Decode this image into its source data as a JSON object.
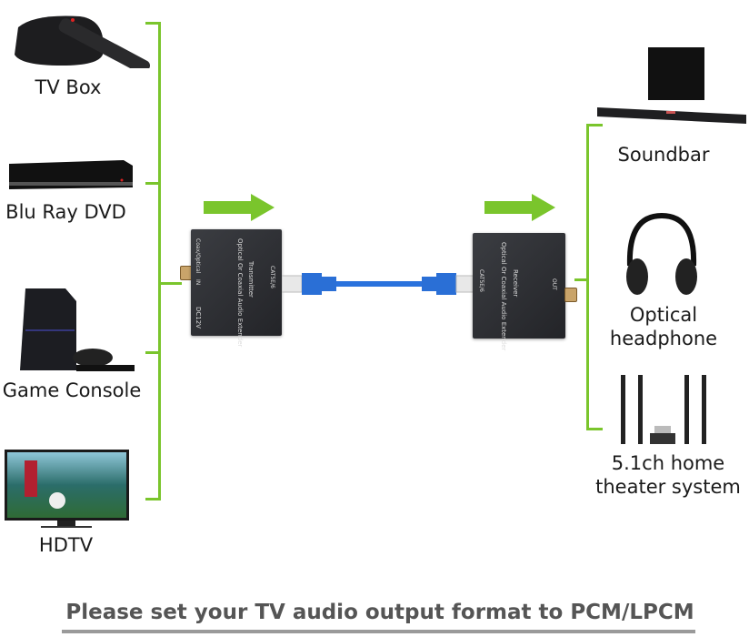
{
  "sources": [
    {
      "label": "TV Box",
      "icon": "tv-box-icon"
    },
    {
      "label": "Blu Ray DVD",
      "icon": "bluray-player-icon"
    },
    {
      "label": "Game Console",
      "icon": "game-console-icon"
    },
    {
      "label": "HDTV",
      "icon": "hdtv-icon"
    }
  ],
  "transmitter": {
    "title": "Optical Or Coaxial Audio Extender",
    "subtitle": "Transmitter",
    "port_in": "Coax/Optical",
    "in_label": "IN",
    "power": "DC12V",
    "cat": "CAT5E/6"
  },
  "receiver": {
    "title": "Optical Or Coaxial Audio Extender",
    "subtitle": "Receiver",
    "out_label": "OUT",
    "cat": "CAT5E/6"
  },
  "outputs": [
    {
      "label": "Soundbar",
      "icon": "soundbar-icon"
    },
    {
      "label": "Optical\nheadphone",
      "line1": "Optical",
      "line2": "headphone",
      "icon": "headphone-icon"
    },
    {
      "label": "5.1ch home theater system",
      "line1": "5.1ch home",
      "line2": "theater system",
      "icon": "home-theater-icon"
    }
  ],
  "footer": {
    "note": "Please set your TV audio output format to PCM/LPCM"
  },
  "colors": {
    "accent_green": "#7ac52c",
    "cable_blue": "#2a6fd6"
  }
}
